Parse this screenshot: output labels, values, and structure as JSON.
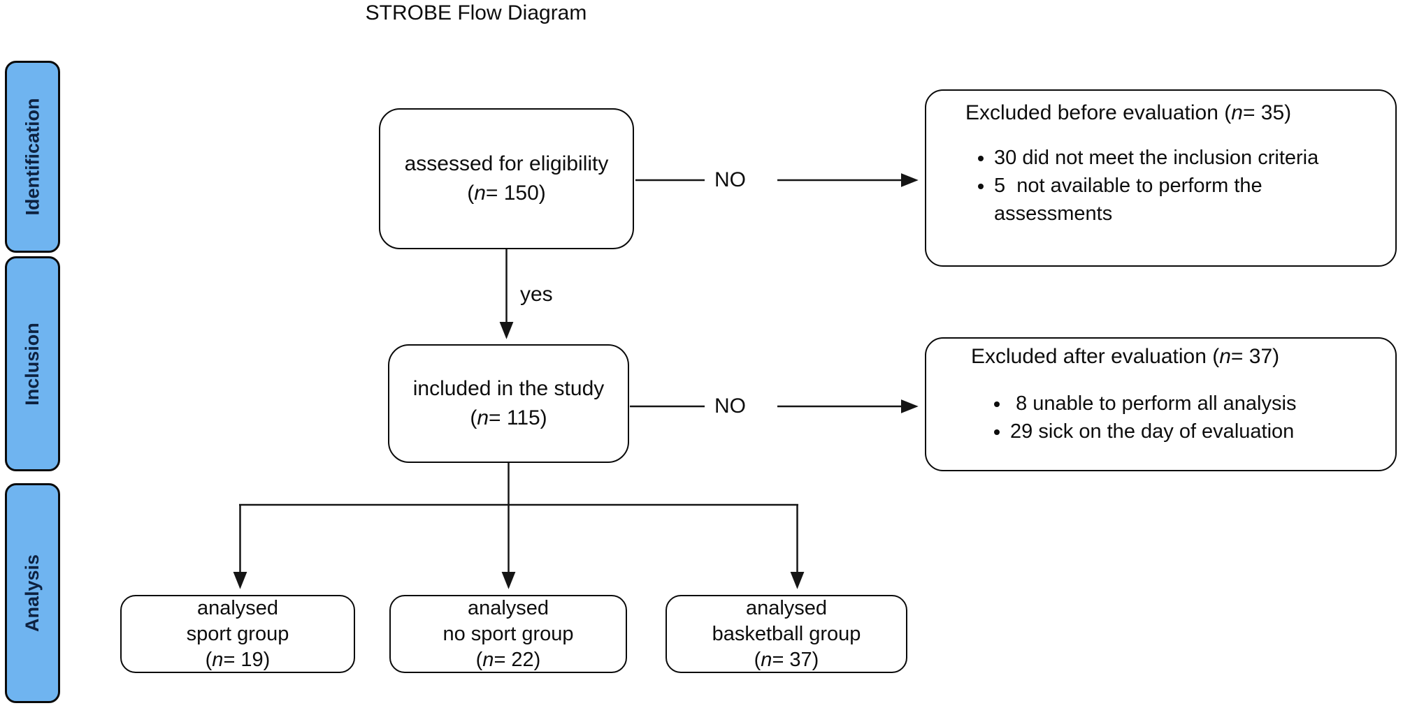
{
  "title": "STROBE Flow Diagram",
  "colors": {
    "sidebar_fill": "#6FB4F0",
    "line": "#151515"
  },
  "sidebar": {
    "items": [
      {
        "label": "Identification"
      },
      {
        "label": "Inclusion"
      },
      {
        "label": "Analysis"
      }
    ]
  },
  "labels": {
    "yes": "yes",
    "no_top": "NO",
    "no_mid": "NO"
  },
  "boxes": {
    "assessed": {
      "line1": "assessed for eligibility",
      "n_pre": "(",
      "n_var": "n",
      "n_post": "= 150)"
    },
    "included": {
      "line1": "included in the study",
      "n_pre": "(",
      "n_var": "n",
      "n_post": "= 115)"
    },
    "excluded_before": {
      "title_pre": "Excluded before evaluation (",
      "title_var": "n",
      "title_post": "= 35)",
      "bullets": [
        "30 did not meet the inclusion criteria",
        "5  not available to perform the assessments"
      ]
    },
    "excluded_after": {
      "title_pre": "Excluded after evaluation (",
      "title_var": "n",
      "title_post": "= 37)",
      "bullets": [
        " 8 unable to perform all analysis",
        "29 sick on the day of evaluation"
      ]
    },
    "sport": {
      "line1": "analysed",
      "line2": "sport group",
      "n_pre": "(",
      "n_var": "n",
      "n_post": "= 19)"
    },
    "no_sport": {
      "line1": "analysed",
      "line2": "no sport group",
      "n_pre": "(",
      "n_var": "n",
      "n_post": "= 22)"
    },
    "basketball": {
      "line1": "analysed",
      "line2": "basketball group",
      "n_pre": "(",
      "n_var": "n",
      "n_post": "= 37)"
    }
  }
}
